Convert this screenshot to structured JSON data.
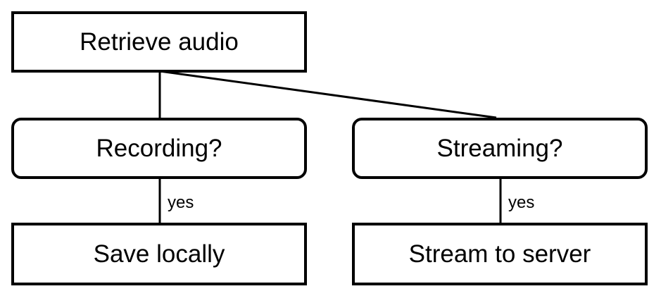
{
  "diagram": {
    "nodes": {
      "retrieve_audio": "Retrieve audio",
      "recording_decision": "Recording?",
      "streaming_decision": "Streaming?",
      "save_locally": "Save locally",
      "stream_to_server": "Stream to server"
    },
    "edges": {
      "recording_yes": "yes",
      "streaming_yes": "yes"
    }
  }
}
